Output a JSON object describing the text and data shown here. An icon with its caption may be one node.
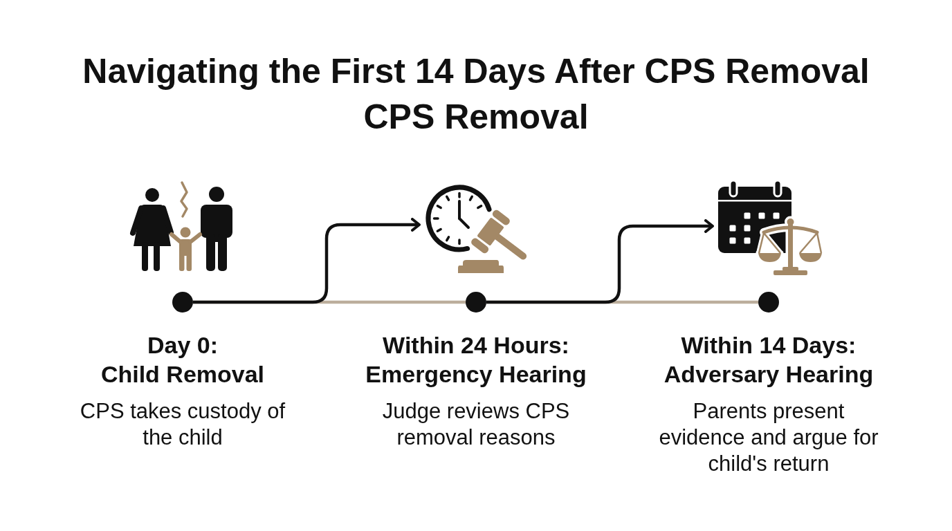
{
  "diagram": {
    "title": "Navigating the First 14 Days After CPS Removal CPS Removal",
    "nodes": [
      {
        "text": [],
        "shape": "picture"
      },
      {
        "text": [],
        "shape": "picture"
      },
      {
        "text": [],
        "shape": "picture"
      },
      {
        "text": [],
        "shape": "circle",
        "beside": [
          "Day 0:",
          "Child Removal",
          "CPS takes custody of the child"
        ]
      },
      {
        "text": [],
        "shape": "circle",
        "beside": [
          "Within 24 Hours:",
          "Emergency Hearing",
          "Judge reviews CPS removal reasons"
        ]
      },
      {
        "text": [],
        "shape": "circle",
        "beside": [
          "Within 14 Days:",
          "Adversary Hearing",
          "Parents present evidence and argue for child's return"
        ]
      }
    ],
    "edges": [
      {
        "from": 3,
        "to": 4,
        "arrow": "none",
        "color": "#bcae9c"
      },
      {
        "from": 4,
        "to": 5,
        "arrow": "none",
        "color": "#bcae9c"
      },
      {
        "from": 3,
        "to": 1,
        "arrow": "to",
        "color": "#111111"
      },
      {
        "from": 4,
        "to": 2,
        "arrow": "to",
        "color": "#111111"
      }
    ]
  }
}
